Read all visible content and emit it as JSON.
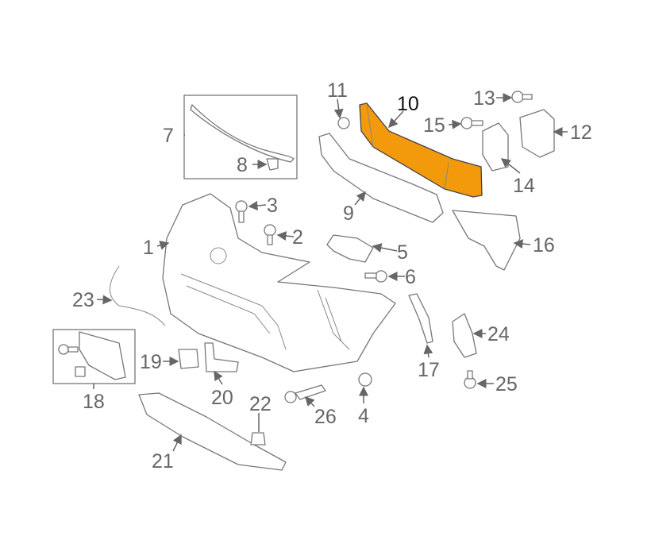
{
  "diagram": {
    "highlight_color": "#F29A0C",
    "highlighted_part": "10",
    "callouts": [
      "1",
      "2",
      "3",
      "4",
      "5",
      "6",
      "7",
      "8",
      "9",
      "10",
      "11",
      "12",
      "13",
      "14",
      "15",
      "16",
      "17",
      "18",
      "19",
      "20",
      "21",
      "22",
      "23",
      "24",
      "25",
      "26"
    ]
  }
}
